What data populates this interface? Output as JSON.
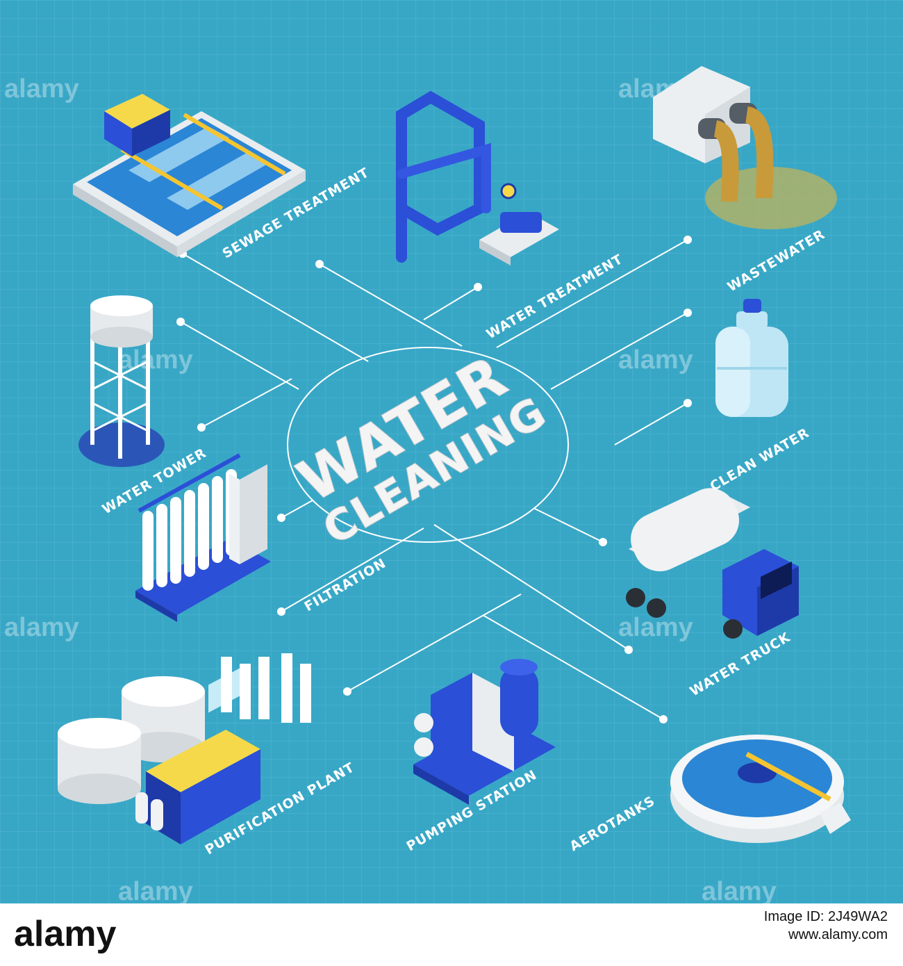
{
  "title": {
    "line1": "WATER",
    "line2": "CLEANING"
  },
  "labels": {
    "sewage_treatment": "SEWAGE TREATMENT",
    "water_treatment": "WATER TREATMENT",
    "wastewater": "WASTEWATER",
    "water_tower": "WATER TOWER",
    "clean_water": "CLEAN WATER",
    "filtration": "FILTRATION",
    "water_truck": "WATER TRUCK",
    "purification_plant": "PURIFICATION PLANT",
    "pumping_station": "PUMPING STATION",
    "aerotanks": "AEROTANKS"
  },
  "watermark": "alamy",
  "footer": {
    "logo": "alamy",
    "image_id_label": "Image ID: 2J49WA2",
    "url": "www.alamy.com"
  },
  "colors": {
    "background": "#38a7c6",
    "accent_blue": "#2b4fd6",
    "white": "#ffffff"
  }
}
